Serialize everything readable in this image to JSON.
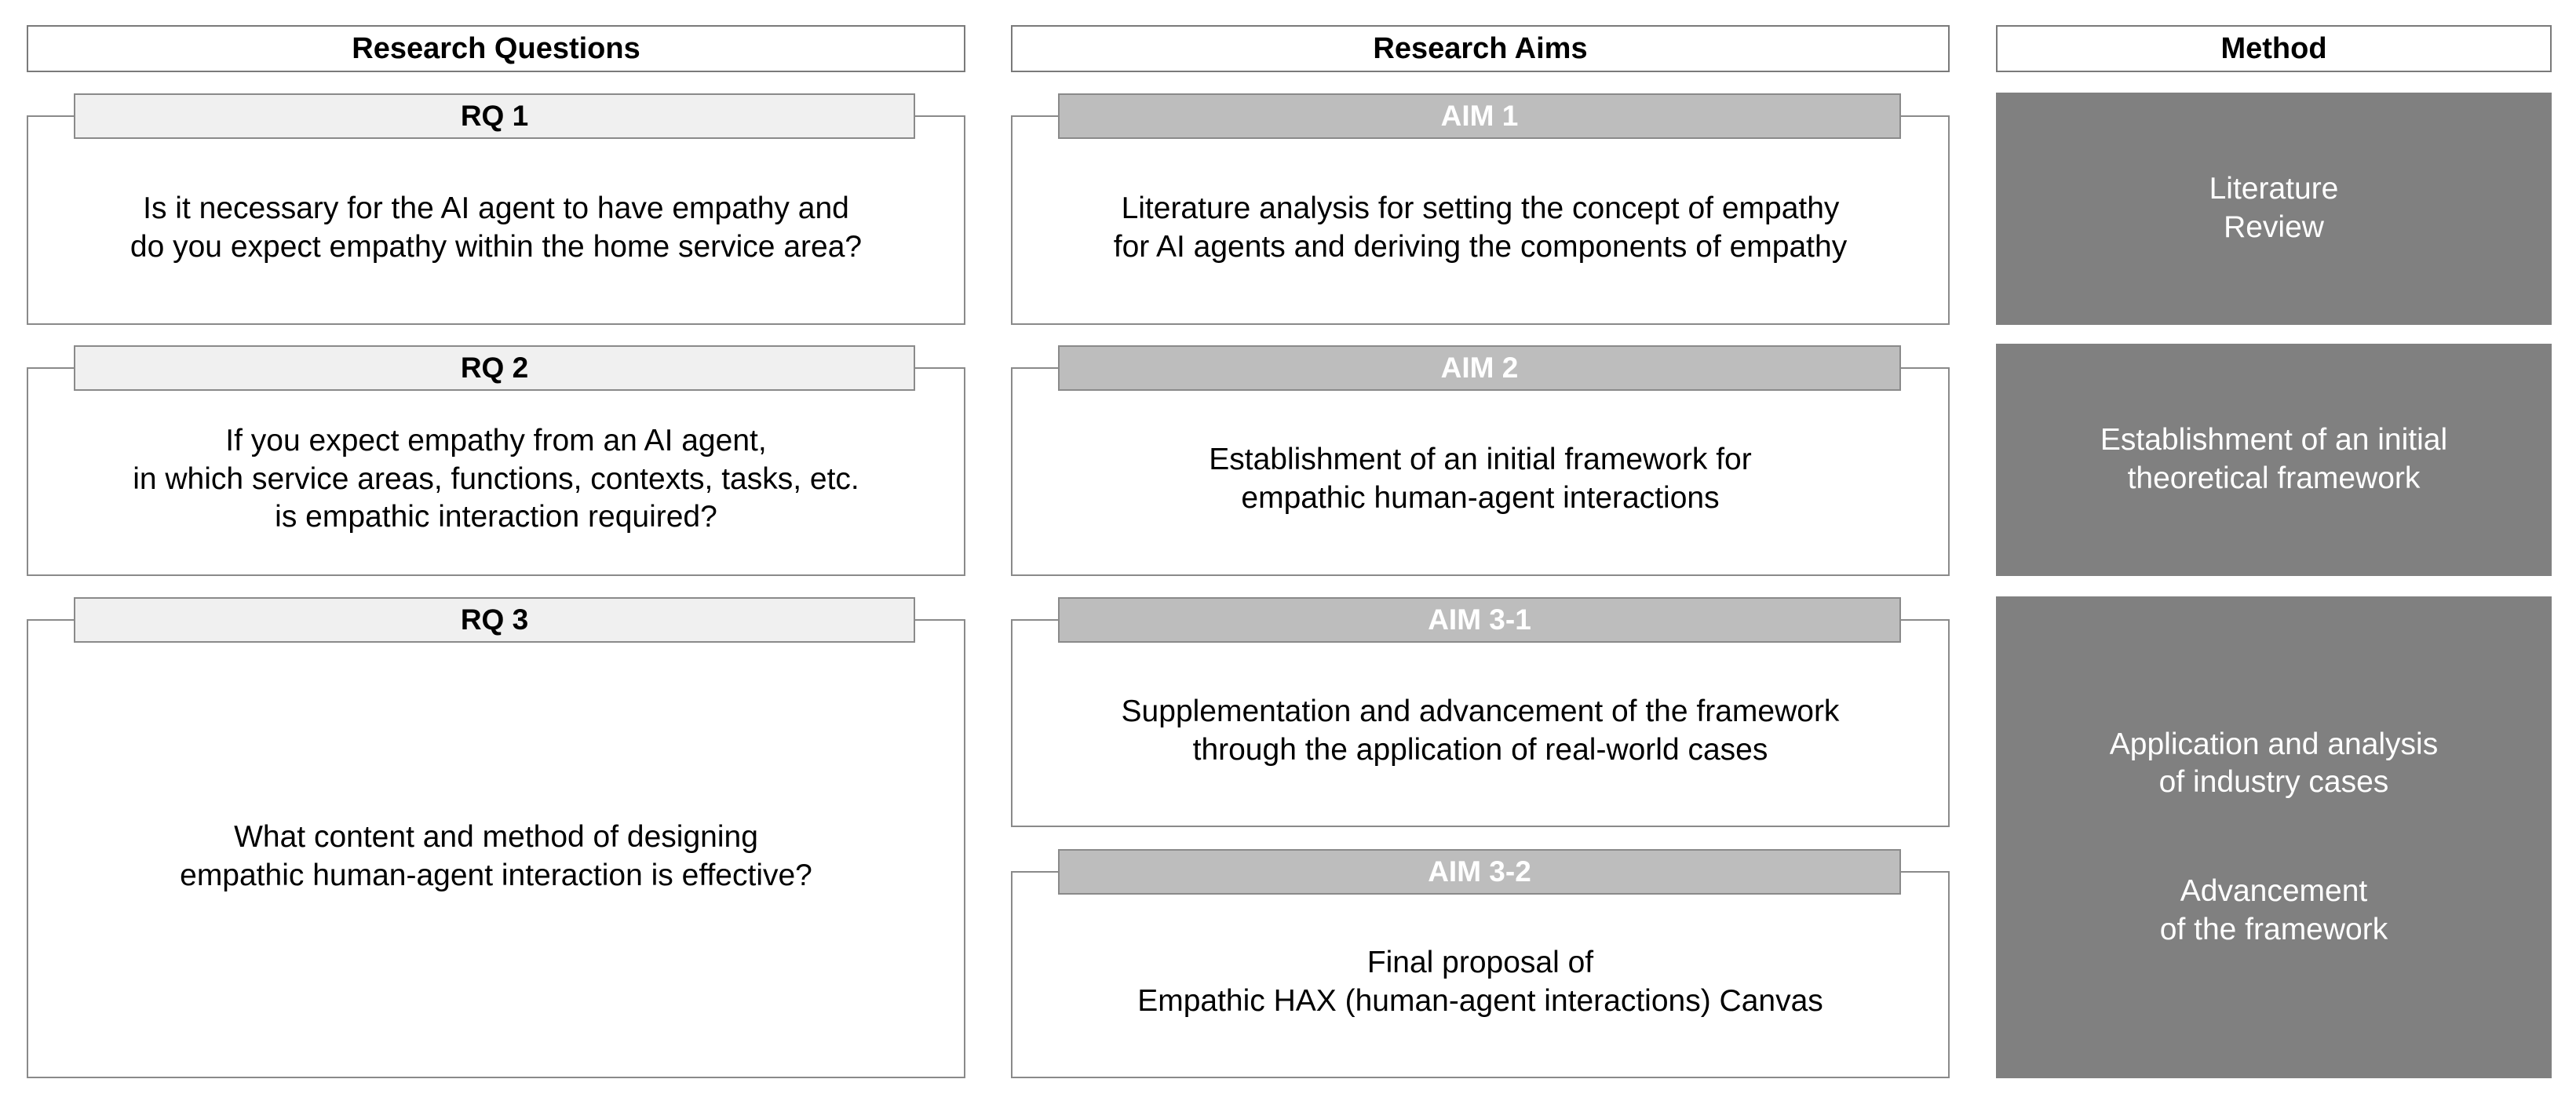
{
  "headers": {
    "research_questions": "Research Questions",
    "research_aims": "Research Aims",
    "method": "Method"
  },
  "rq": [
    {
      "label": "RQ 1",
      "lines": [
        "Is it necessary for the AI agent to have empathy and",
        "do you expect empathy within the home service area?"
      ]
    },
    {
      "label": "RQ 2",
      "lines": [
        "If you expect empathy from an AI agent,",
        "in which service areas, functions, contexts, tasks, etc.",
        "is empathic interaction required?"
      ]
    },
    {
      "label": "RQ 3",
      "lines": [
        "What content and method of designing",
        "empathic human-agent interaction is effective?"
      ]
    }
  ],
  "aims": [
    {
      "label": "AIM 1",
      "lines": [
        "Literature analysis for setting the concept of empathy",
        "for AI agents and deriving the components of empathy"
      ]
    },
    {
      "label": "AIM 2",
      "lines": [
        "Establishment of an initial framework for",
        "empathic human-agent interactions"
      ]
    },
    {
      "label": "AIM 3-1",
      "lines": [
        "Supplementation and advancement of the framework",
        "through the application of real-world cases"
      ]
    },
    {
      "label": "AIM 3-2",
      "lines": [
        "Final proposal of",
        "Empathic HAX (human-agent interactions) Canvas"
      ]
    }
  ],
  "methods": [
    {
      "lines": [
        "Literature",
        "Review"
      ]
    },
    {
      "lines": [
        "Establishment of an initial",
        "theoretical framework"
      ]
    },
    {
      "lines": [
        "Application and analysis",
        "of industry cases"
      ],
      "lines2": [
        "Advancement",
        "of the framework"
      ]
    }
  ]
}
